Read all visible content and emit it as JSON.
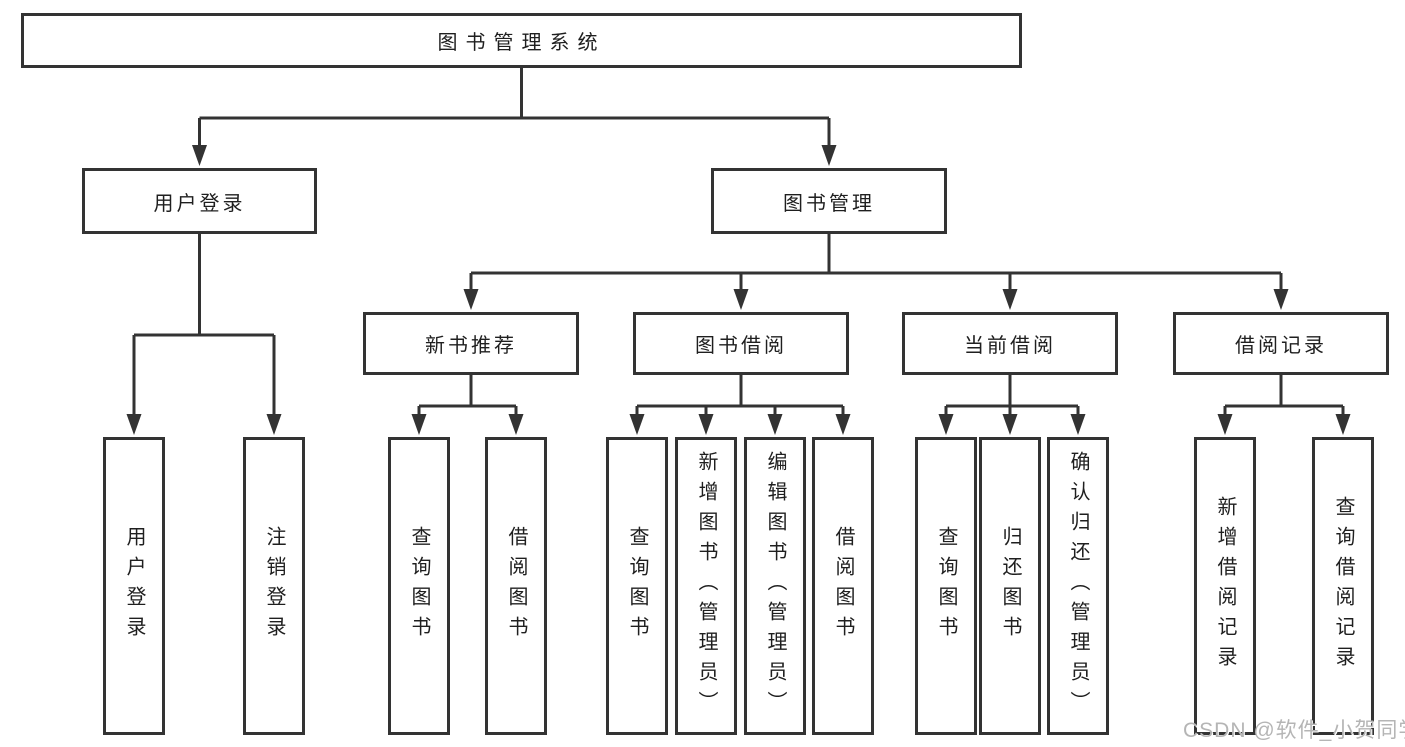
{
  "nodes": {
    "root": {
      "label": "图书管理系统"
    },
    "level2": [
      {
        "label": "用户登录"
      },
      {
        "label": "图书管理"
      }
    ],
    "level3": [
      {
        "label": "新书推荐"
      },
      {
        "label": "图书借阅"
      },
      {
        "label": "当前借阅"
      },
      {
        "label": "借阅记录"
      }
    ],
    "leaves": {
      "login": [
        {
          "label": "用户登录"
        },
        {
          "label": "注销登录"
        }
      ],
      "recommend": [
        {
          "label": "查询图书"
        },
        {
          "label": "借阅图书"
        }
      ],
      "borrow": [
        {
          "label": "查询图书"
        },
        {
          "label": "新增图书（管理员）"
        },
        {
          "label": "编辑图书（管理员）"
        },
        {
          "label": "借阅图书"
        }
      ],
      "current": [
        {
          "label": "查询图书"
        },
        {
          "label": "归还图书"
        },
        {
          "label": "确认归还（管理员）"
        }
      ],
      "records": [
        {
          "label": "新增借阅记录"
        },
        {
          "label": "查询借阅记录"
        }
      ]
    }
  },
  "watermark": {
    "text": "CSDN @软件_小贺同学"
  },
  "colors": {
    "line": "#333333",
    "border": "#333333",
    "fill": "#ffffff",
    "text": "#1f1f1f",
    "watermark": "#b5b5b5"
  }
}
